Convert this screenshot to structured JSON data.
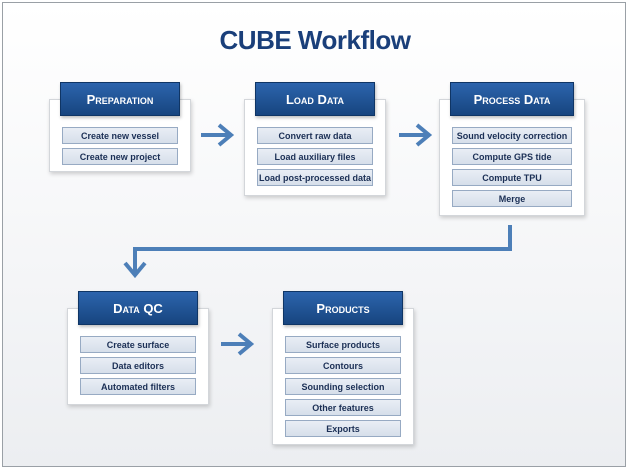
{
  "title": "CUBE Workflow",
  "colors": {
    "header": "#1f5293",
    "title": "#1a3f7a",
    "arrow": "#4d7fb8"
  },
  "stages": [
    {
      "name": "Preparation",
      "steps": [
        "Create new vessel",
        "Create new project"
      ]
    },
    {
      "name": "Load Data",
      "steps": [
        "Convert raw data",
        "Load auxiliary files",
        "Load post-processed data"
      ]
    },
    {
      "name": "Process Data",
      "steps": [
        "Sound velocity correction",
        "Compute GPS tide",
        "Compute TPU",
        "Merge"
      ]
    },
    {
      "name": "Data QC",
      "steps": [
        "Create surface",
        "Data editors",
        "Automated filters"
      ]
    },
    {
      "name": "Products",
      "steps": [
        "Surface products",
        "Contours",
        "Sounding selection",
        "Other features",
        "Exports"
      ]
    }
  ]
}
